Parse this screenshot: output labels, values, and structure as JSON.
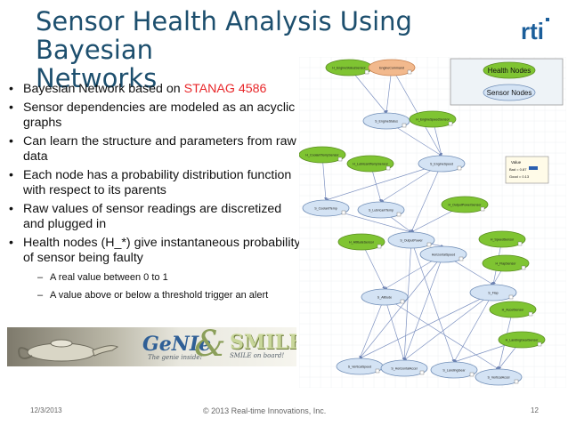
{
  "slide": {
    "title_line1": "Sensor Health Analysis Using Bayesian",
    "title_line2": "Networks",
    "logo_text": "rti",
    "bullets": [
      {
        "pre": "Bayesian Network based on ",
        "highlight": "STANAG 4586",
        "post": ""
      },
      {
        "pre": "Sensor dependencies are modeled as an acyclic graphs",
        "highlight": "",
        "post": ""
      },
      {
        "pre": "Can learn the structure and parameters from raw data",
        "highlight": "",
        "post": ""
      },
      {
        "pre": "Each node has a probability distribution function with respect to its parents",
        "highlight": "",
        "post": ""
      },
      {
        "pre": "Raw values of sensor readings are discretized and plugged in",
        "highlight": "",
        "post": ""
      },
      {
        "pre": "Health nodes (H_*) give instantaneous probability of  sensor being faulty",
        "highlight": "",
        "post": ""
      }
    ],
    "sub_bullets": [
      "A real value between 0 to 1",
      "A value above or below a threshold trigger an alert"
    ],
    "banner": {
      "genie": "GeNIe",
      "genie_tagline": "The genie inside!",
      "amp": "&",
      "smile": "SMILE",
      "smile_tagline": "SMILE on board!"
    },
    "legend": {
      "health": "Health Nodes",
      "sensor": "Sensor Nodes"
    },
    "popup": {
      "title": "Value",
      "lines": [
        "Bad = 0.87",
        "Good = 0.13"
      ]
    },
    "footer": {
      "date": "12/3/2013",
      "copyright": "© 2013 Real-time Innovations, Inc.",
      "page": "12"
    }
  },
  "colors": {
    "title": "#1d4f6e",
    "highlight": "#e8272a",
    "health_node": "#7fc432",
    "sensor_node": "#d4e3f4",
    "command_node": "#f2b98d",
    "logo": "#1b5e9a"
  },
  "nodes": [
    {
      "label": "H_EngineStatusSensor",
      "kind": "health"
    },
    {
      "label": "EngineCommand",
      "kind": "command"
    },
    {
      "label": "S_EngineStatus",
      "kind": "sensor"
    },
    {
      "label": "H_EngineSpeedSensor",
      "kind": "health"
    },
    {
      "label": "H_CoolantTempSensor",
      "kind": "health"
    },
    {
      "label": "H_LubricantTempSensor",
      "kind": "health"
    },
    {
      "label": "S_EngineSpeed",
      "kind": "sensor"
    },
    {
      "label": "S_CoolantTemp",
      "kind": "sensor"
    },
    {
      "label": "S_LubricantTemp",
      "kind": "sensor"
    },
    {
      "label": "H_OutputPowerSensor",
      "kind": "health"
    },
    {
      "label": "H_AltitudeSensor",
      "kind": "health"
    },
    {
      "label": "S_OutputPower",
      "kind": "sensor"
    },
    {
      "label": "HorizontalSpeed",
      "kind": "sensor"
    },
    {
      "label": "H_SpeedSensor",
      "kind": "health"
    },
    {
      "label": "H_FlapSensor",
      "kind": "health"
    },
    {
      "label": "S_Flap",
      "kind": "sensor"
    },
    {
      "label": "S_Altitude",
      "kind": "sensor"
    },
    {
      "label": "H_AccelSensor",
      "kind": "health"
    },
    {
      "label": "H_LandingGearSensor",
      "kind": "health"
    },
    {
      "label": "S_VerticalSpeed",
      "kind": "sensor"
    },
    {
      "label": "S_HorizontalAccel",
      "kind": "sensor"
    },
    {
      "label": "S_LandingGear",
      "kind": "sensor"
    },
    {
      "label": "S_VerticalAccel",
      "kind": "sensor"
    }
  ]
}
